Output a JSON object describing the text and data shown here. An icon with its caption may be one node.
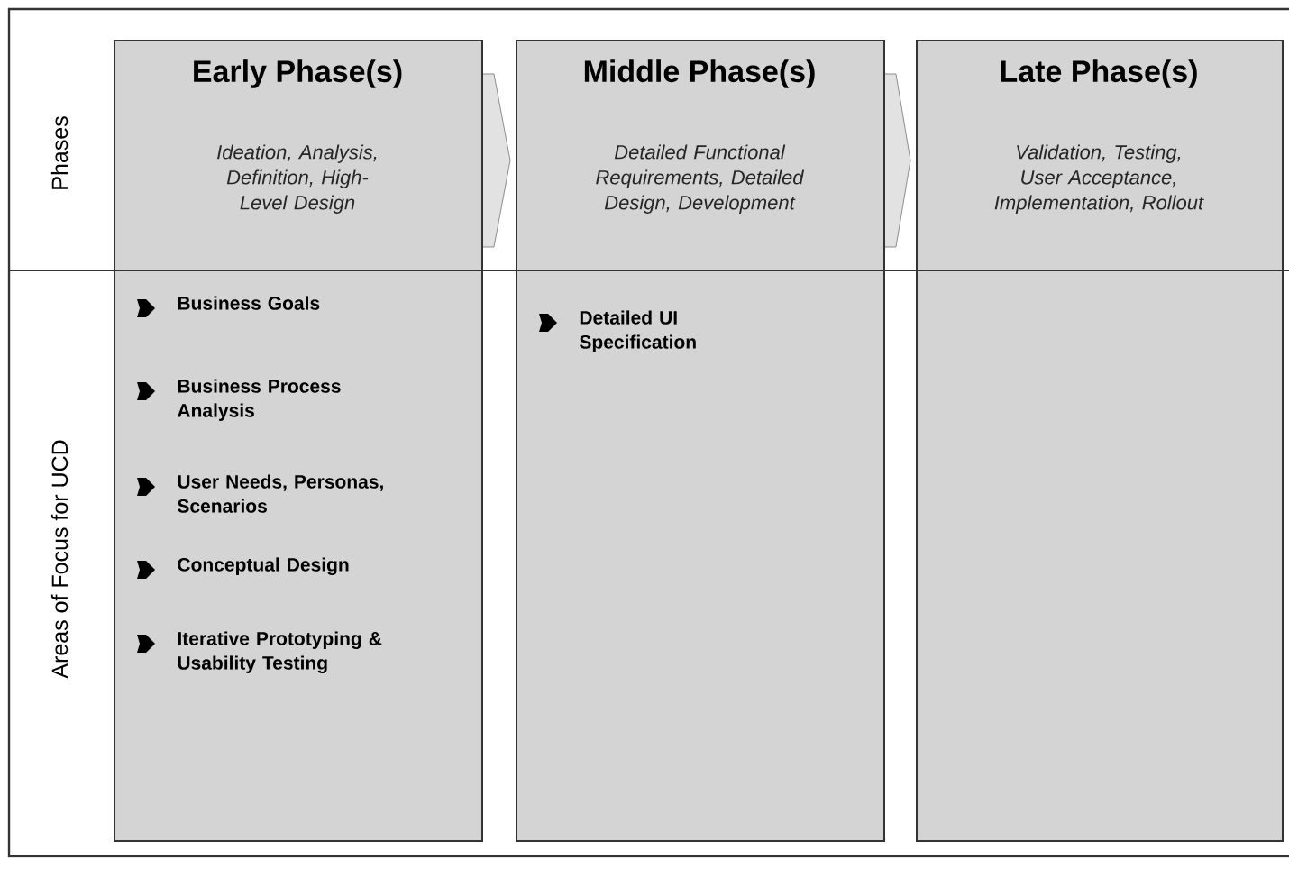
{
  "diagram": {
    "nodes": [
      {
        "text": [
          "Early Phase(s)",
          "Ideation, Analysis, Definition, High-Level Design"
        ]
      },
      {
        "text": [
          "Middle Phase(s)",
          "Detailed Functional Requirements, Detailed Design, Development"
        ]
      },
      {
        "text": [
          "Late Phase(s)",
          "Validation, Testing, User Acceptance, Implementation, Rollout"
        ]
      }
    ],
    "edges": [
      {
        "from": 0,
        "to": 1,
        "arrow": "to"
      },
      {
        "from": 1,
        "to": 2,
        "arrow": "to"
      }
    ],
    "labels": [
      "Phases",
      "Areas of Focus for UCD",
      "Business Goals",
      "Business Process Analysis",
      "User Needs, Personas, Scenarios",
      "Conceptual Design",
      "Iterative Prototyping & Usability Testing",
      "Detailed UI Specification"
    ]
  }
}
